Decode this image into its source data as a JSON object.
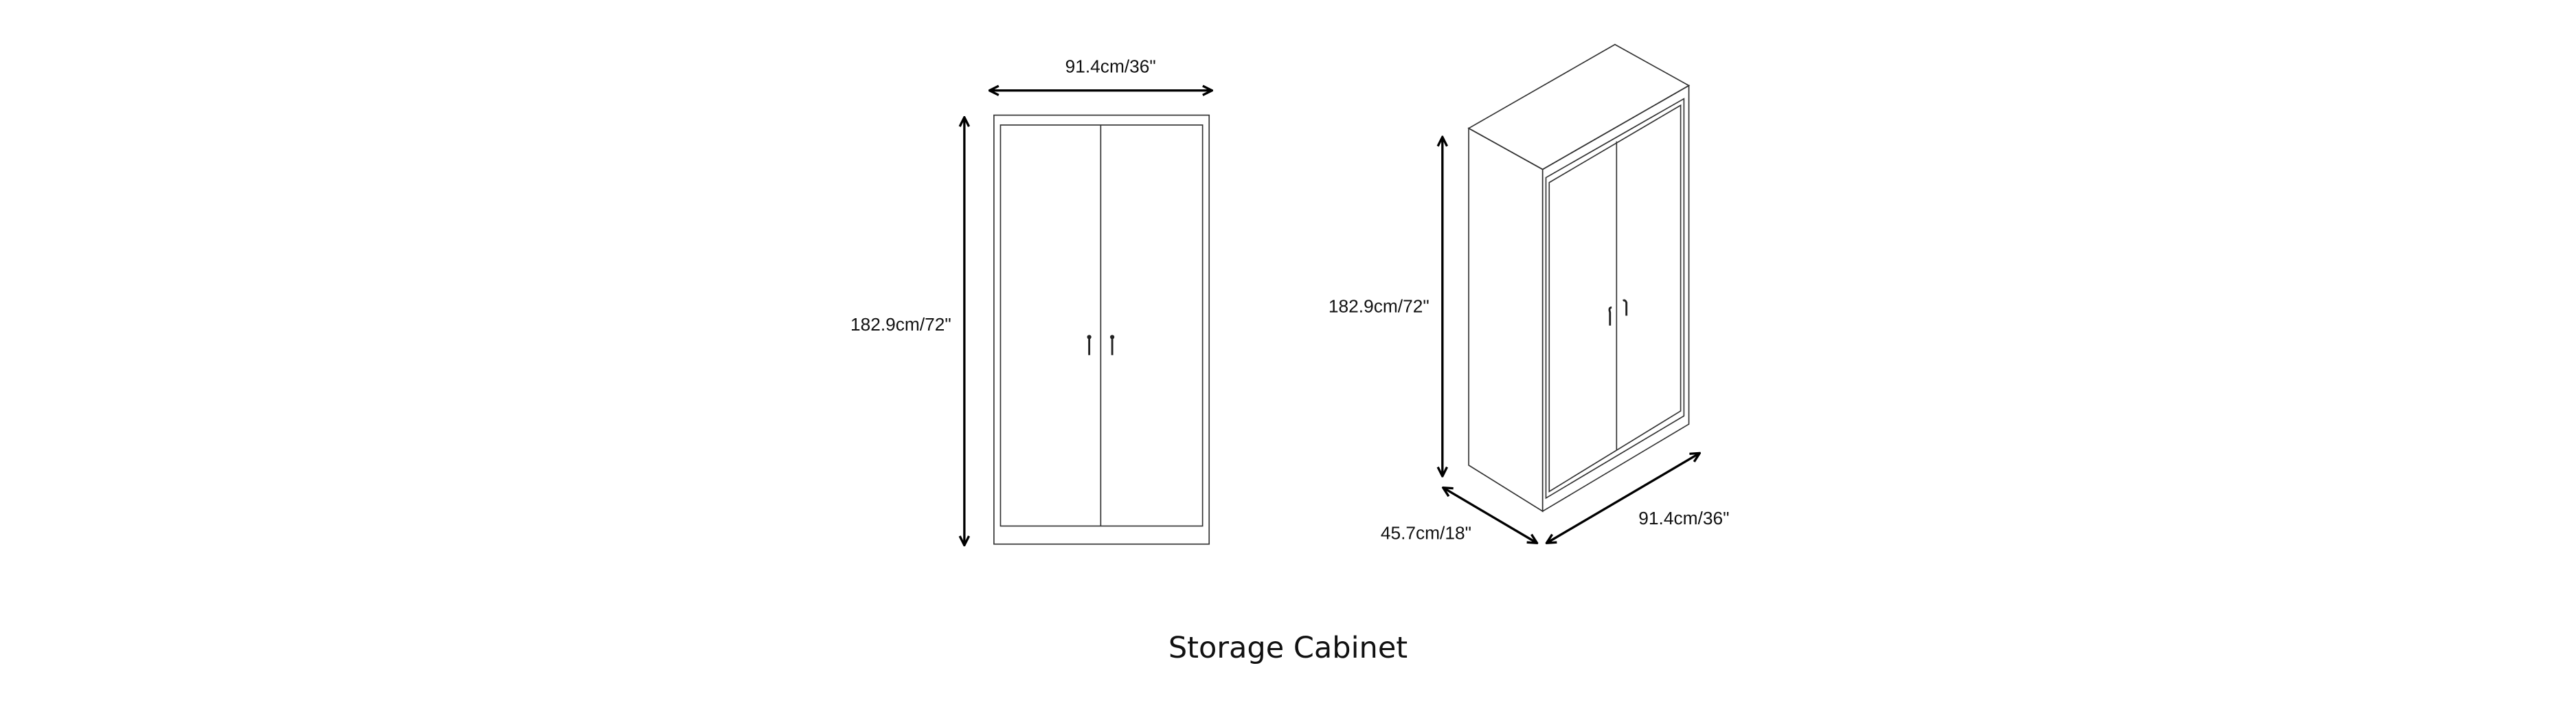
{
  "title": "Storage Cabinet",
  "front_view": {
    "width_label": "91.4cm/36\"",
    "height_label": "182.9cm/72\""
  },
  "iso_view": {
    "height_label": "182.9cm/72\"",
    "depth_label": "45.7cm/18\"",
    "width_label": "91.4cm/36\""
  }
}
